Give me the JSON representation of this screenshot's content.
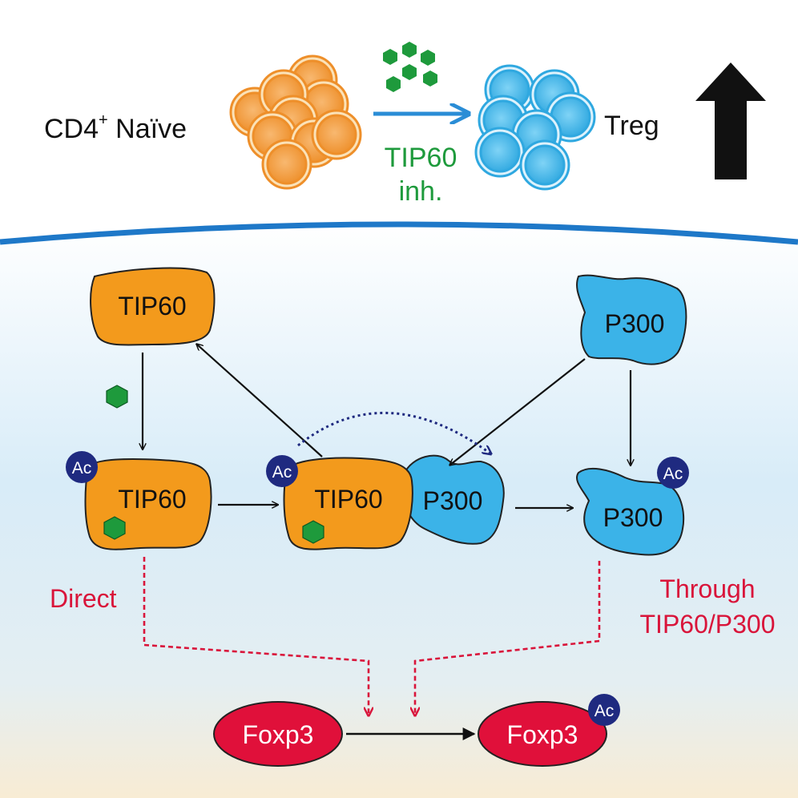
{
  "top": {
    "naive_label": "CD4",
    "naive_sup": "+",
    "naive_label2": " Naïve",
    "inhibitor_line1": "TIP60",
    "inhibitor_line2": "inh.",
    "treg_label": "Treg"
  },
  "proteins": {
    "tip60_free": "TIP60",
    "p300_free": "P300",
    "tip60_acetylated": "TIP60",
    "tip60_complex": "TIP60",
    "p300_complex": "P300",
    "p300_acetylated": "P300"
  },
  "acetyl_label": "Ac",
  "pathways": {
    "direct": "Direct",
    "through_line1": "Through",
    "through_line2": "TIP60/P300"
  },
  "foxp3": {
    "unmodified": "Foxp3",
    "acetylated": "Foxp3"
  },
  "colors": {
    "tip60_orange": "#F39A1C",
    "naive_cell": "#F2A23A",
    "treg_cell": "#3DB4E8",
    "p300_blue": "#3BB3E8",
    "inhibitor_green": "#1E9A3C",
    "acetyl_navy": "#1F2A80",
    "foxp3_red": "#E0103A",
    "pathway_red": "#D9143A",
    "membrane_blue": "#1E78C8"
  }
}
